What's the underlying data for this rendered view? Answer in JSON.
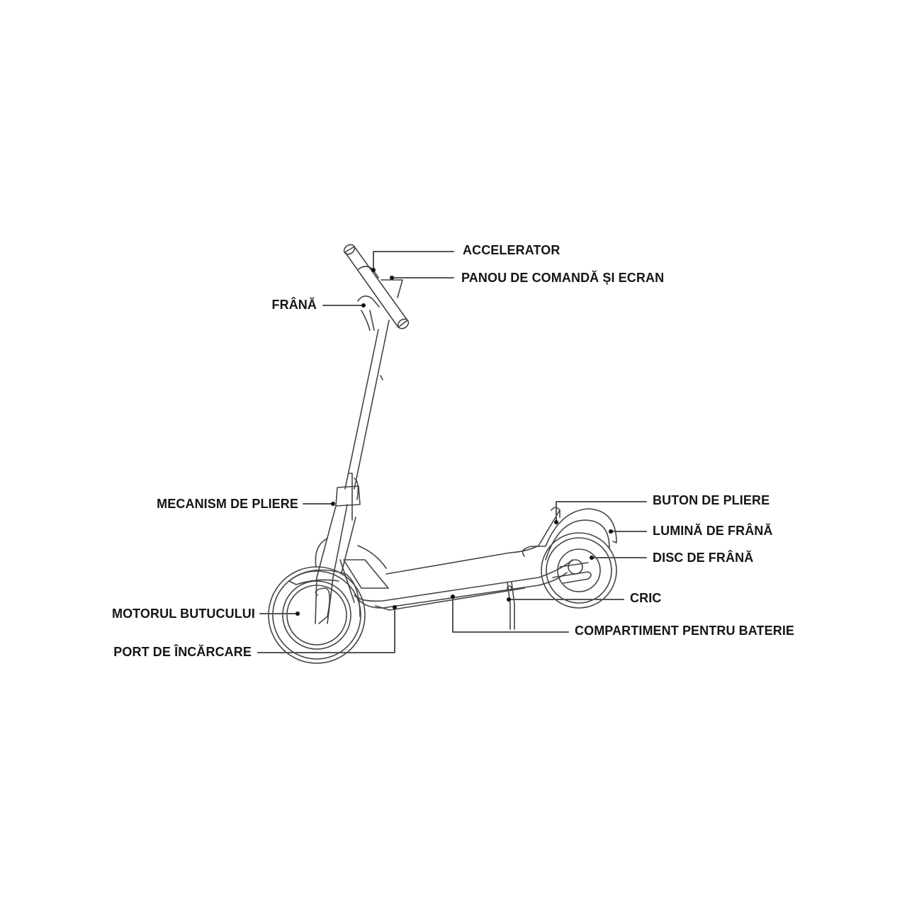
{
  "labels": {
    "accelerator": "ACCELERATOR",
    "control_panel": "PANOU DE COMANDĂ ȘI ECRAN",
    "brake": "FRÂNĂ",
    "folding_mechanism": "MECANISM DE PLIERE",
    "hub_motor": "MOTORUL BUTUCULUI",
    "charging_port": "PORT DE ÎNCĂRCARE",
    "folding_button": "BUTON DE PLIERE",
    "brake_light": "LUMINĂ DE FRÂNĂ",
    "brake_disc": "DISC DE FRÂNĂ",
    "kickstand": "CRIC",
    "battery_compartment": "COMPARTIMENT PENTRU BATERIE"
  }
}
